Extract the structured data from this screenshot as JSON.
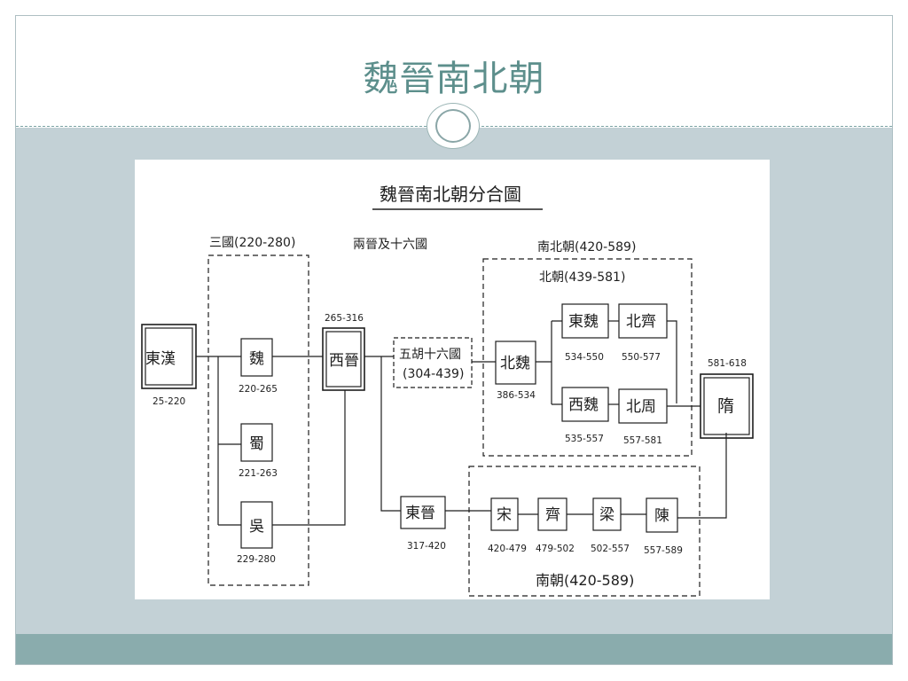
{
  "slide": {
    "title": "魏晉南北朝"
  },
  "diagram": {
    "title": "魏晉南北朝分合圖",
    "regions": {
      "three_kingdoms": "三國(220-280)",
      "two_jin": "兩晉及十六國",
      "north_south": "南北朝(420-589)",
      "northern_dynasties": "北朝(439-581)",
      "southern_dynasties": "南朝(420-589)"
    },
    "dynasties": {
      "eastern_han": {
        "name": "東漢",
        "years": "25-220"
      },
      "wei": {
        "name": "魏",
        "years": "220-265"
      },
      "shu": {
        "name": "蜀",
        "years": "221-263"
      },
      "wu": {
        "name": "吳",
        "years": "229-280"
      },
      "western_jin": {
        "name": "西晉",
        "years": "265-316"
      },
      "sixteen_kingdoms": {
        "name": "五胡十六國",
        "years": "(304-439)"
      },
      "eastern_jin": {
        "name": "東晉",
        "years": "317-420"
      },
      "northern_wei": {
        "name": "北魏",
        "years": "386-534"
      },
      "eastern_wei": {
        "name": "東魏",
        "years": "534-550"
      },
      "western_wei": {
        "name": "西魏",
        "years": "535-557"
      },
      "northern_qi": {
        "name": "北齊",
        "years": "550-577"
      },
      "northern_zhou": {
        "name": "北周",
        "years": "557-581"
      },
      "song": {
        "name": "宋",
        "years": "420-479"
      },
      "qi": {
        "name": "齊",
        "years": "479-502"
      },
      "liang": {
        "name": "梁",
        "years": "502-557"
      },
      "chen": {
        "name": "陳",
        "years": "557-589"
      },
      "sui": {
        "name": "隋",
        "years": "581-618"
      }
    }
  }
}
